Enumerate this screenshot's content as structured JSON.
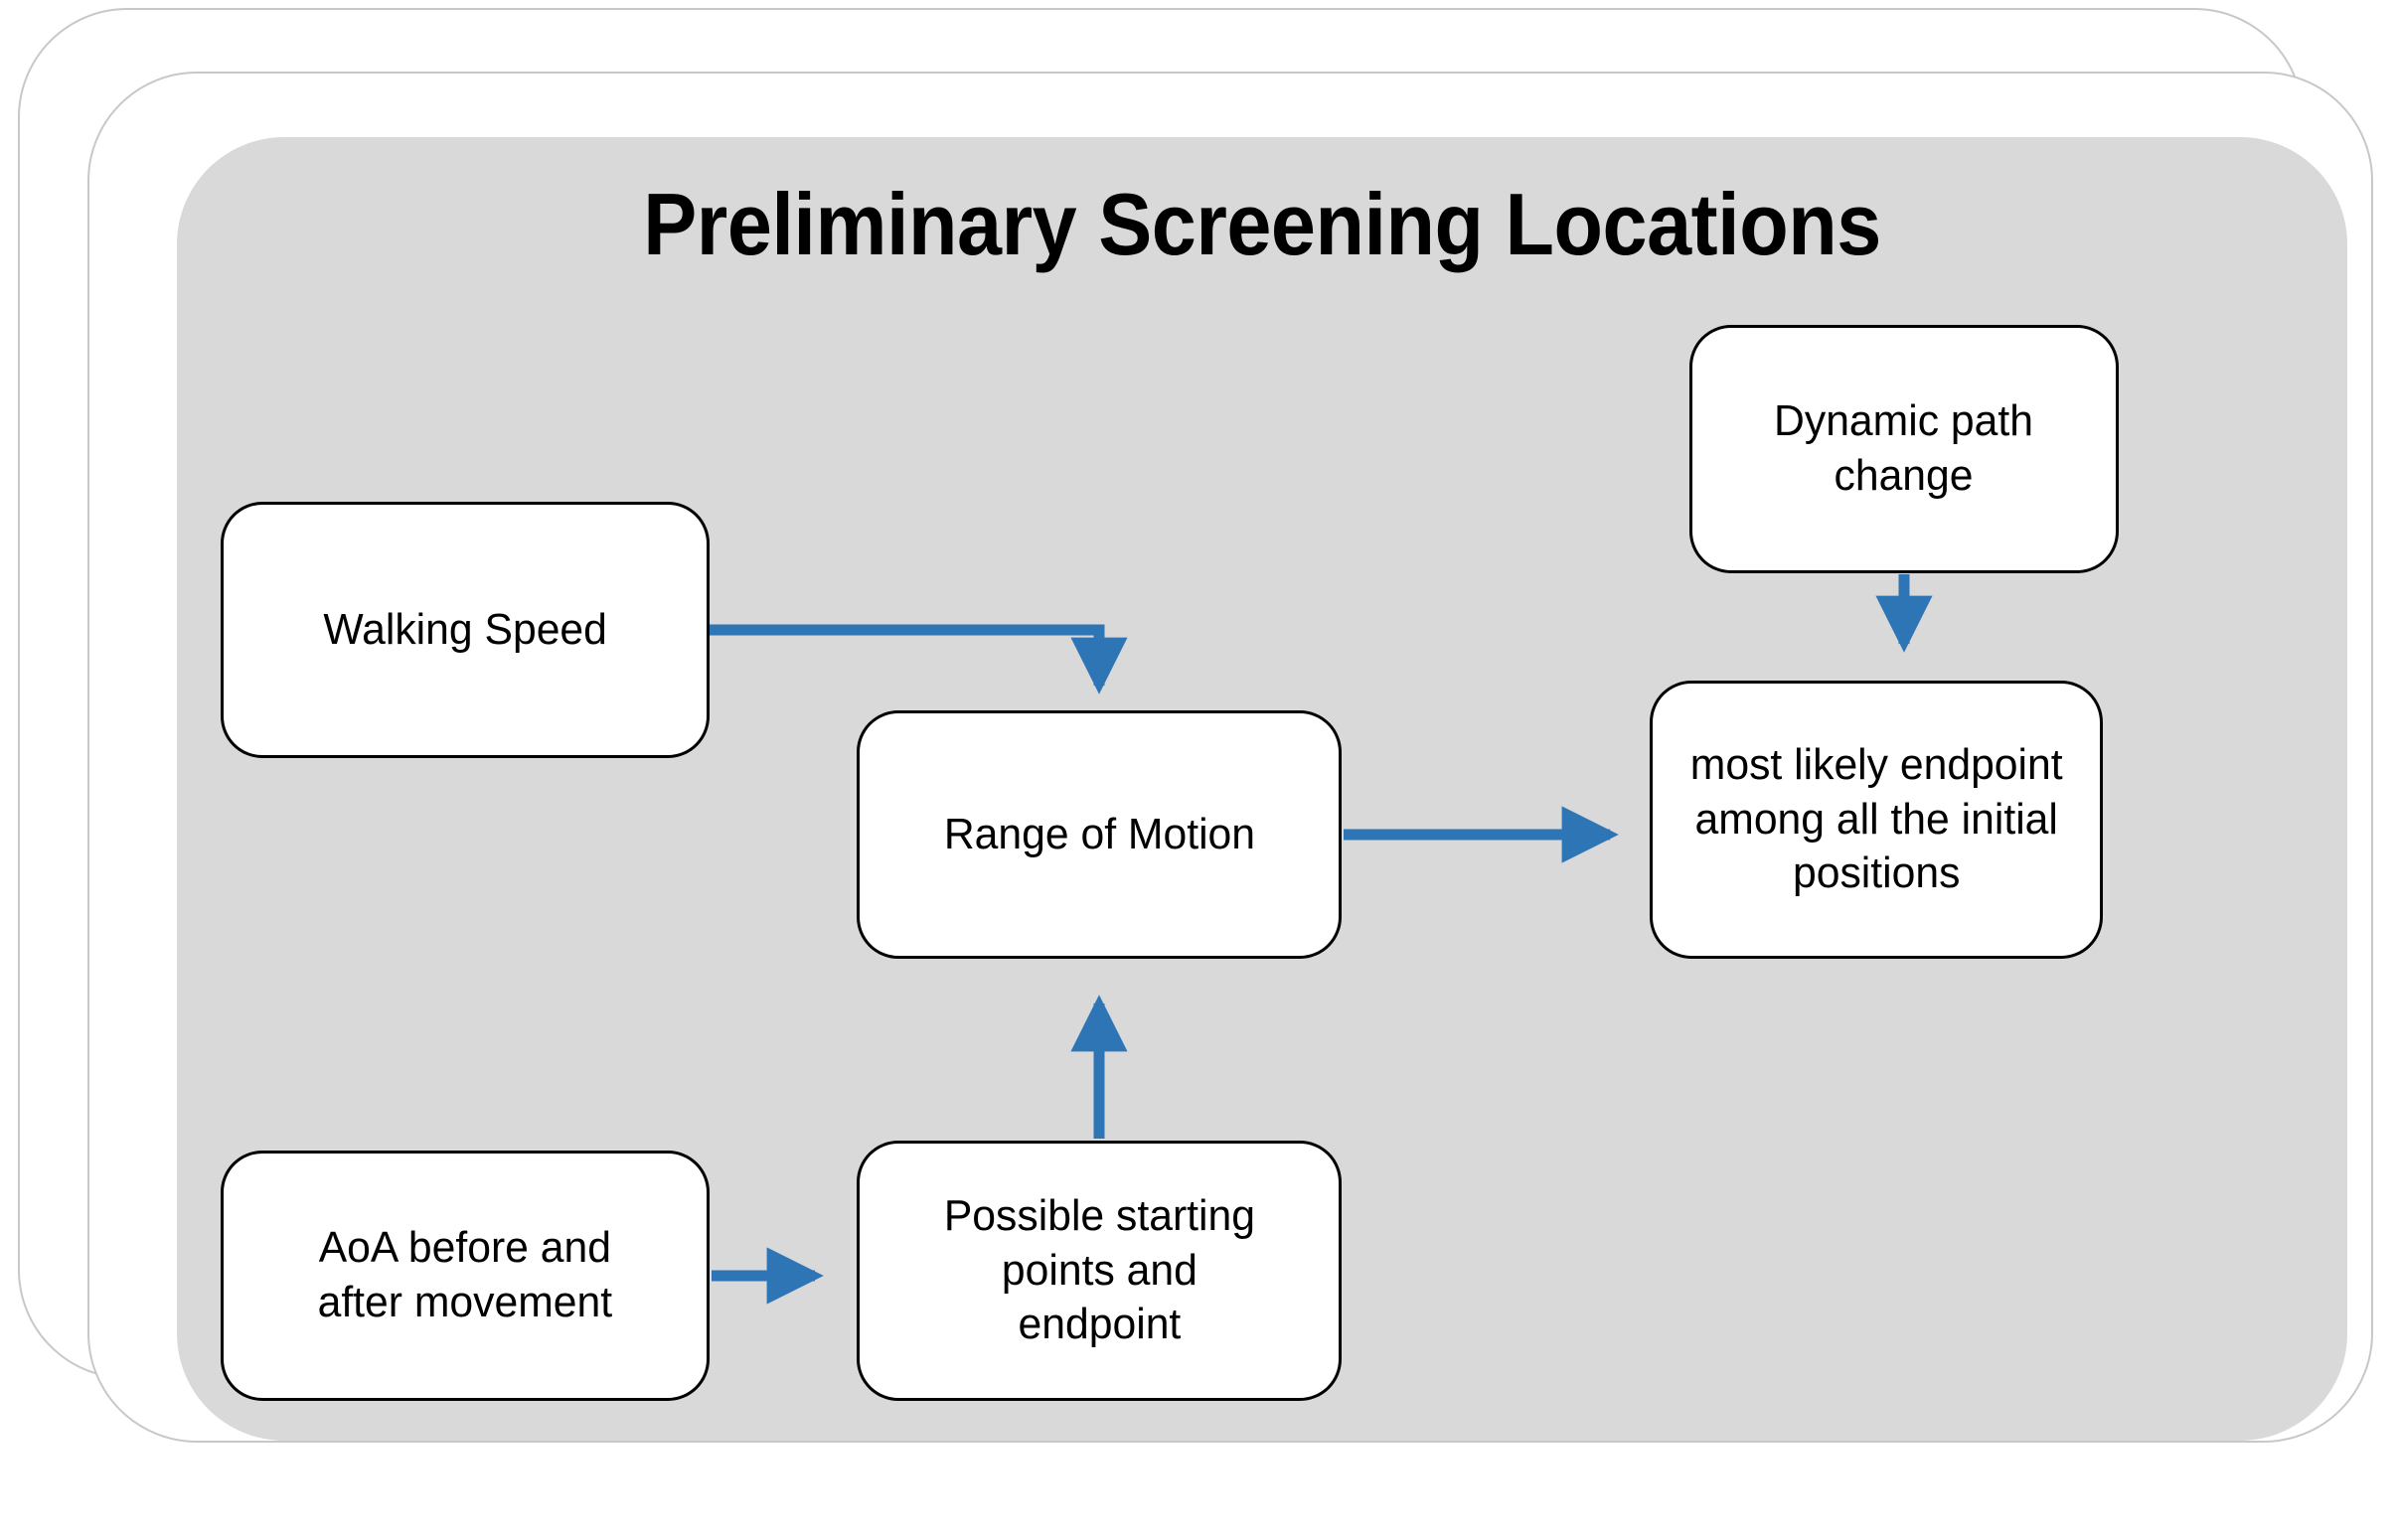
{
  "diagram": {
    "title": "Preliminary Screening Locations",
    "background_color": "#ffffff",
    "card_color": "#d9d9d9",
    "node_fill": "#ffffff",
    "node_border": "#000000",
    "arrow_color": "#2E75B6",
    "type": "flowchart",
    "nodes": [
      {
        "id": "walking-speed",
        "label": "Walking Speed"
      },
      {
        "id": "range-of-motion",
        "label": "Range of Motion"
      },
      {
        "id": "dynamic-path",
        "label": "Dynamic path\nchange"
      },
      {
        "id": "endpoint",
        "label": "most likely endpoint\namong all the initial\npositions"
      },
      {
        "id": "aoa",
        "label": "AoA before and\nafter movement"
      },
      {
        "id": "possible-points",
        "label": "Possible starting\npoints and\nendpoint"
      }
    ],
    "edges": [
      {
        "from": "walking-speed",
        "to": "range-of-motion",
        "style": "elbow-right-down"
      },
      {
        "from": "possible-points",
        "to": "range-of-motion",
        "style": "straight-up"
      },
      {
        "from": "aoa",
        "to": "possible-points",
        "style": "straight-right"
      },
      {
        "from": "range-of-motion",
        "to": "endpoint",
        "style": "straight-right"
      },
      {
        "from": "dynamic-path",
        "to": "endpoint",
        "style": "straight-down"
      }
    ]
  }
}
